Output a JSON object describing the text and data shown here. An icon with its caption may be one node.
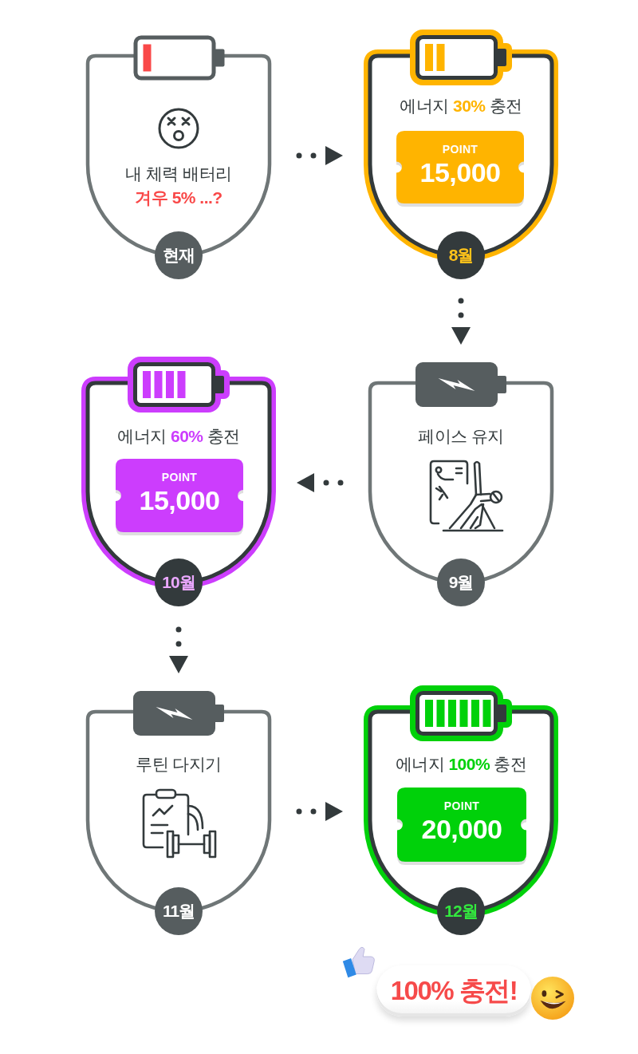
{
  "diagram": {
    "nodes": [
      {
        "text": [
          "내 체력 배터리",
          "겨우 5% ...?",
          "현재"
        ]
      },
      {
        "text": [
          "에너지 **30%** 충전",
          "8월"
        ]
      },
      {
        "text": [
          "POINT",
          "15,000"
        ],
        "in": 1
      },
      {
        "text": [
          "에너지 **60%** 충전",
          "10월"
        ]
      },
      {
        "text": [
          "POINT",
          "15,000"
        ],
        "in": 3
      },
      {
        "text": [
          "페이스 유지",
          "9월"
        ]
      },
      {
        "text": [
          "루틴 다지기",
          "11월"
        ]
      },
      {
        "text": [
          "에너지 **100%** 충전",
          "12월"
        ]
      },
      {
        "text": [
          "POINT",
          "20,000"
        ],
        "in": 7
      },
      {
        "text": [
          "100% 충전!"
        ]
      }
    ],
    "edges": [
      {
        "from": 0,
        "to": 1,
        "arrow": "to"
      },
      {
        "from": 1,
        "to": 5,
        "arrow": "to"
      },
      {
        "from": 5,
        "to": 3,
        "arrow": "to"
      },
      {
        "from": 3,
        "to": 6,
        "arrow": "to"
      },
      {
        "from": 6,
        "to": 7,
        "arrow": "to"
      }
    ]
  }
}
